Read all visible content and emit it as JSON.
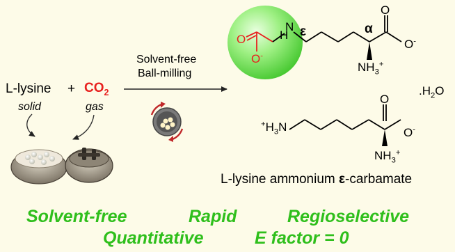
{
  "reaction": {
    "reactant": "L-lysine",
    "plus": "+",
    "co2_main": "CO",
    "co2_sub": "2",
    "reactant_state": "solid",
    "co2_state": "gas",
    "condition_line1": "Solvent-free",
    "condition_line2": "Ball-milling"
  },
  "carbamate": {
    "n_label": "N",
    "h_label": "H",
    "epsilon": "ε",
    "alpha": "α",
    "o_carbonyl": "O",
    "o_minus": "O",
    "minus": "-",
    "o_acid": "O",
    "o_acid_minus": "O",
    "nh3": "NH",
    "nh3_sub": "3",
    "nh3_sup": "+"
  },
  "hydrate": {
    "dot": ".",
    "h2": "H",
    "h2_sub": "2",
    "o": "O"
  },
  "ammonium": {
    "h3n_sup": "+",
    "h3n_h": "H",
    "h3n_sub": "3",
    "h3n_n": "N",
    "o_acid": "O",
    "o_minus": "O",
    "minus": "-",
    "nh3": "NH",
    "nh3_sub": "3",
    "nh3_sup": "+"
  },
  "product_name_pre": "L-lysine ammonium ",
  "product_name_eps": "ε",
  "product_name_post": "-carbamate",
  "features": {
    "solvent_free": "Solvent-free",
    "rapid": "Rapid",
    "regioselective": "Regioselective",
    "quantitative": "Quantitative",
    "efactor": "E factor = 0"
  },
  "colors": {
    "background": "#fdfbe8",
    "highlight": "#2fbf1c",
    "co2": "#e8211f",
    "carbamate_bond": "#e8211f",
    "sphere": "#7ee86a"
  }
}
